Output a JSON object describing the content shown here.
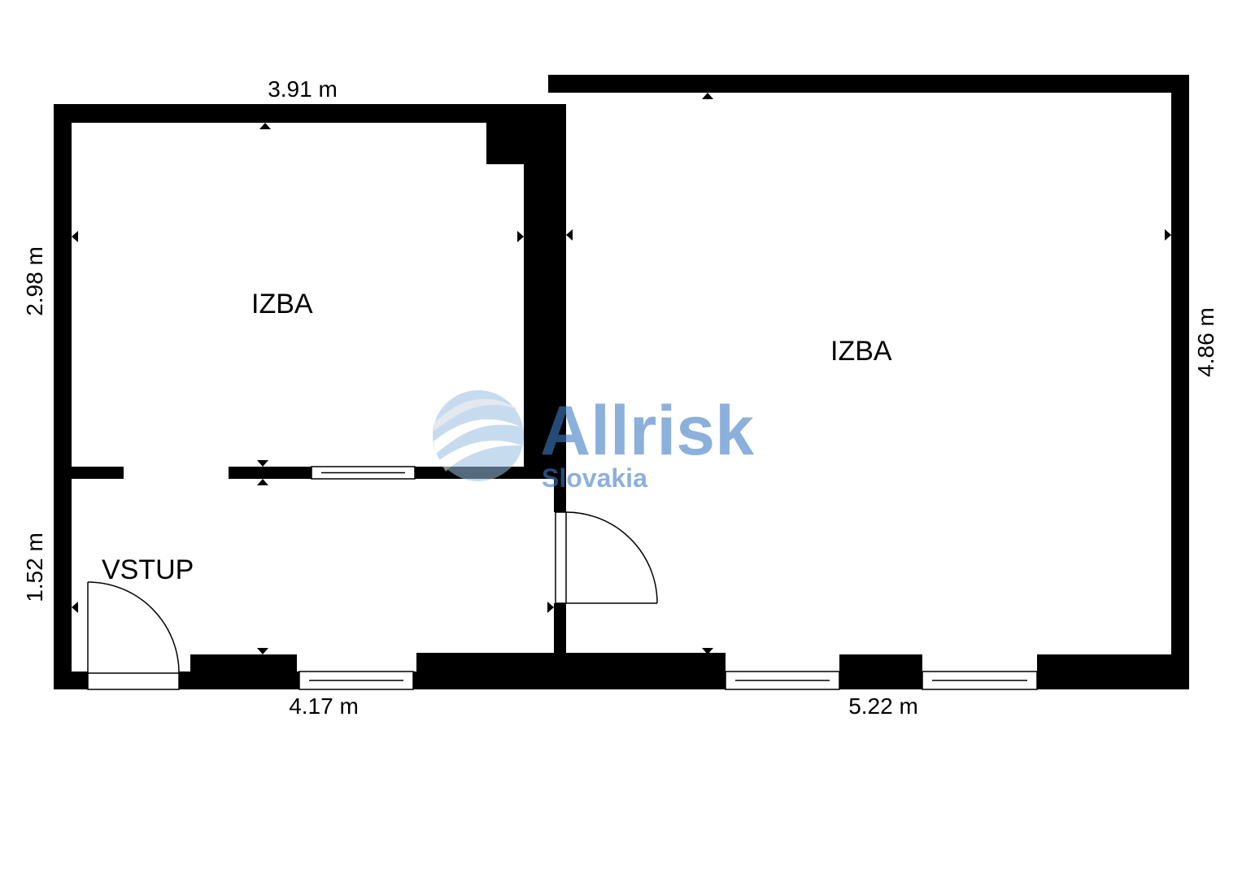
{
  "rooms": {
    "room1": "IZBA",
    "room2": "IZBA",
    "entrance": "VSTUP"
  },
  "dimensions": {
    "top_left": "3.91 m",
    "left_upper": "2.98 m",
    "left_lower": "1.52 m",
    "bottom_left": "4.17 m",
    "bottom_right": "5.22 m",
    "right": "4.86 m"
  },
  "watermark": {
    "name": "Allrisk",
    "country": "Slovakia",
    "color": "#3f7bc4"
  },
  "colors": {
    "wall": "#000000",
    "background": "#ffffff"
  }
}
